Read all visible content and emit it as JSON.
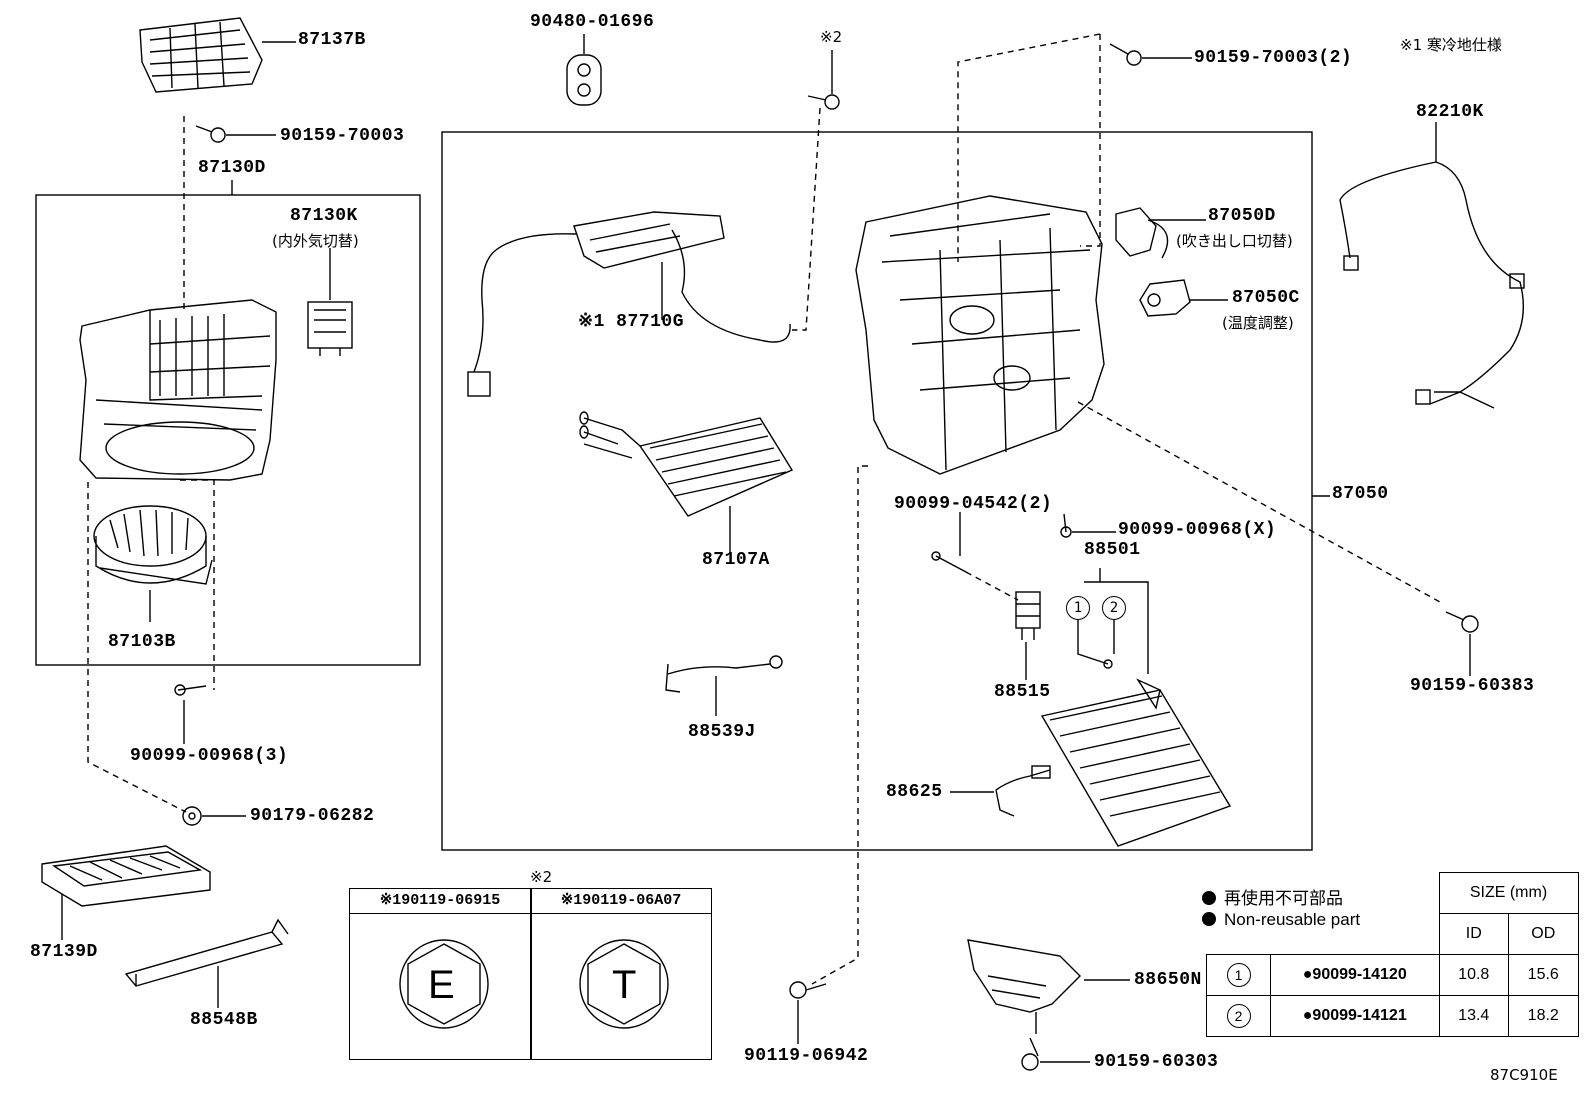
{
  "diagram_code": "87C910E",
  "note_cold_spec": "※1 寒冷地仕様",
  "parts": {
    "p87137B": "87137B",
    "p90480": "90480-01696",
    "mark2_top": "※2",
    "p90159_70003_2": "90159-70003(2)",
    "p90159_70003": "90159-70003",
    "p87130D": "87130D",
    "p87130K": "87130K",
    "p87130K_sub": "(内外気切替)",
    "p82210K": "82210K",
    "p87050D": "87050D",
    "p87050D_sub": "(吹き出し口切替)",
    "p87050C": "87050C",
    "p87050C_sub": "(温度調整)",
    "p87710G": "※1 87710G",
    "p87107A": "87107A",
    "p87050": "87050",
    "p90099_04542": "90099-04542(2)",
    "p90099_00968_X": "90099-00968(X)",
    "p88501": "88501",
    "p88515": "88515",
    "p87103B": "87103B",
    "p88539J": "88539J",
    "p90159_60383": "90159-60383",
    "p90099_00968_3": "90099-00968(3)",
    "p90179_06282": "90179-06282",
    "p88625": "88625",
    "p87139D": "87139D",
    "p88548B": "88548B",
    "p90119_06942": "90119-06942",
    "p88650N": "88650N",
    "p90159_60303": "90159-60303",
    "circle1": "1",
    "circle2": "2"
  },
  "screw_box": {
    "mark": "※2",
    "left_header": "※190119-06915",
    "right_header": "※190119-06A07",
    "left_letter": "E",
    "right_letter": "T"
  },
  "legend": {
    "jp": "再使用不可部品",
    "en": "Non-reusable part"
  },
  "size_table": {
    "title": "SIZE (mm)",
    "col_id": "ID",
    "col_od": "OD",
    "rows": [
      {
        "mark": "1",
        "part": "●90099-14120",
        "id": "10.8",
        "od": "15.6"
      },
      {
        "mark": "2",
        "part": "●90099-14121",
        "id": "13.4",
        "od": "18.2"
      }
    ]
  }
}
